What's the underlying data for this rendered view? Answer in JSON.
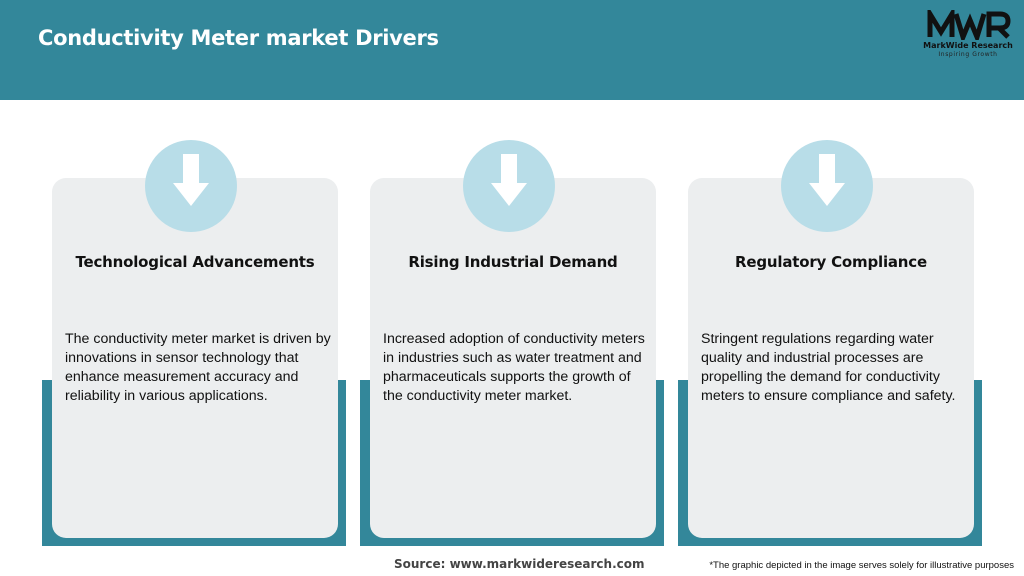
{
  "header": {
    "title": "Conductivity Meter market Drivers",
    "background_color": "#33879a"
  },
  "logo": {
    "mark": "MWR",
    "name": "MarkWide Research",
    "tagline": "Inspiring Growth"
  },
  "cards": [
    {
      "icon": "arrow-down-icon",
      "title": "Technological Advancements",
      "body": "The conductivity meter market is driven by innovations in sensor technology that enhance measurement accuracy and reliability in various applications."
    },
    {
      "icon": "arrow-down-icon",
      "title": "Rising Industrial Demand",
      "body": "Increased adoption of conductivity meters in industries such as water treatment and pharmaceuticals supports the growth of the conductivity meter market."
    },
    {
      "icon": "arrow-down-icon",
      "title": "Regulatory Compliance",
      "body": "Stringent regulations regarding water quality and industrial processes are propelling the demand for conductivity meters to ensure compliance and safety."
    }
  ],
  "colors": {
    "accent": "#33879a",
    "card_background": "#eceeef",
    "icon_circle": "#b8dde8"
  },
  "footer": {
    "source": "Source: www.markwideresearch.com",
    "disclaimer": "*The graphic depicted in the image serves solely for illustrative purposes"
  }
}
